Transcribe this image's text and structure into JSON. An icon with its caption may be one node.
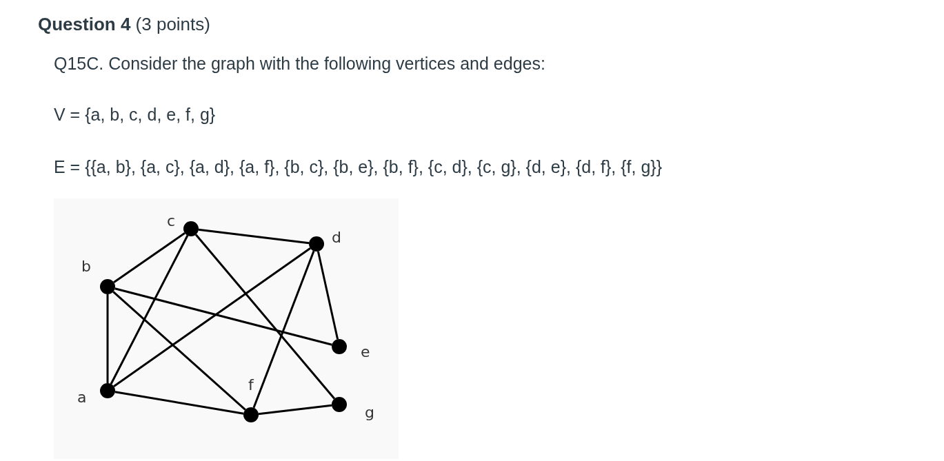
{
  "diagram": {
    "title": "**Question 4** (3 points)",
    "nodes": [
      {
        "text": [],
        "shape": "circle",
        "beside": [
          "c"
        ]
      },
      {
        "text": [],
        "shape": "circle",
        "beside": [
          "d"
        ]
      },
      {
        "text": [],
        "shape": "circle",
        "beside": [
          "b"
        ]
      },
      {
        "text": [],
        "shape": "circle",
        "beside": [
          "e"
        ]
      },
      {
        "text": [],
        "shape": "circle",
        "beside": [
          "a"
        ]
      },
      {
        "text": [],
        "shape": "circle",
        "beside": [
          "g"
        ]
      },
      {
        "text": [],
        "shape": "circle",
        "beside": [
          "f"
        ]
      }
    ],
    "edges": [
      {
        "from": 4,
        "to": 2,
        "arrow": "none"
      },
      {
        "from": 4,
        "to": 0,
        "arrow": "none"
      },
      {
        "from": 4,
        "to": 1,
        "arrow": "none"
      },
      {
        "from": 4,
        "to": 6,
        "arrow": "none"
      },
      {
        "from": 2,
        "to": 0,
        "arrow": "none"
      },
      {
        "from": 2,
        "to": 3,
        "arrow": "none"
      },
      {
        "from": 2,
        "to": 6,
        "arrow": "none"
      },
      {
        "from": 0,
        "to": 1,
        "arrow": "none"
      },
      {
        "from": 0,
        "to": 5,
        "arrow": "none"
      },
      {
        "from": 1,
        "to": 3,
        "arrow": "none"
      },
      {
        "from": 1,
        "to": 6,
        "arrow": "none"
      },
      {
        "from": 6,
        "to": 5,
        "arrow": "none"
      }
    ],
    "labels": [
      "Q15C. Consider the graph with the following vertices and edges:",
      "V = {a, b, c, d, e, f, g}",
      "E = {{a, b}, {a, c}, {a, d}, {a, f}, {b, c}, {b, e}, {b, f}, {c, d}, {c, g}, {d, e}, {d, f}, {f, g}}"
    ]
  }
}
